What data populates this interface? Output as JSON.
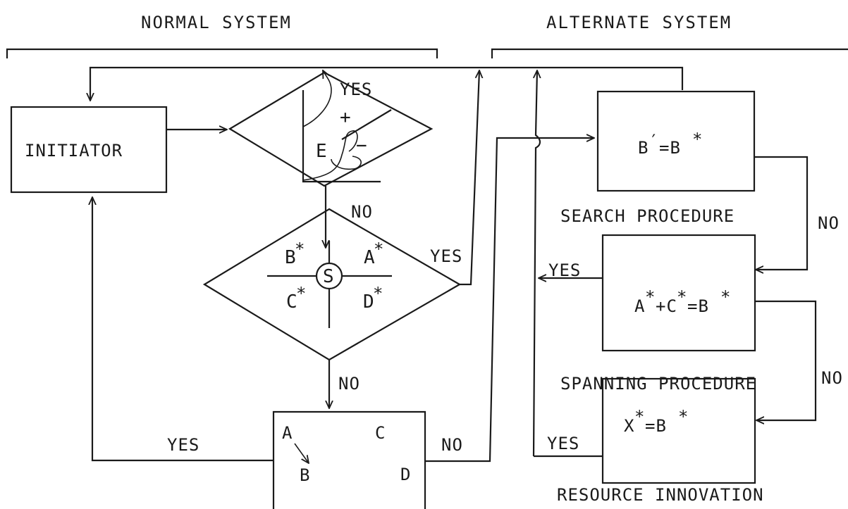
{
  "headers": {
    "normal": "NORMAL SYSTEM",
    "alternate": "ALTERNATE SYSTEM"
  },
  "boxes": {
    "initiator": "INITIATOR",
    "search": {
      "lhs": "B",
      "prime": "′",
      "eq": "=B",
      "star": "*",
      "caption": "SEARCH PROCEDURE"
    },
    "spanning": {
      "a": "A",
      "plus_c": "+C",
      "eq_b": "=B",
      "star": "*",
      "caption": "SPANNING PROCEDURE"
    },
    "resource": {
      "x": "X",
      "eq_b": "=B",
      "star": "*",
      "caption": "RESOURCE INNOVATION"
    },
    "abcd": {
      "a": "A",
      "b": "B",
      "c": "C",
      "d": "D"
    }
  },
  "diamond_top": {
    "yes": "YES",
    "plus": "+",
    "minus": "−",
    "e": "E",
    "no": "NO"
  },
  "diamond_s": {
    "center": "S",
    "b": "B",
    "a": "A",
    "c": "C",
    "d": "D",
    "star": "*",
    "yes": "YES",
    "no": "NO"
  },
  "edges": {
    "abcd_yes": "YES",
    "abcd_no": "NO",
    "search_no": "NO",
    "spanning_yes": "YES",
    "spanning_no": "NO",
    "resource_yes": "YES"
  }
}
